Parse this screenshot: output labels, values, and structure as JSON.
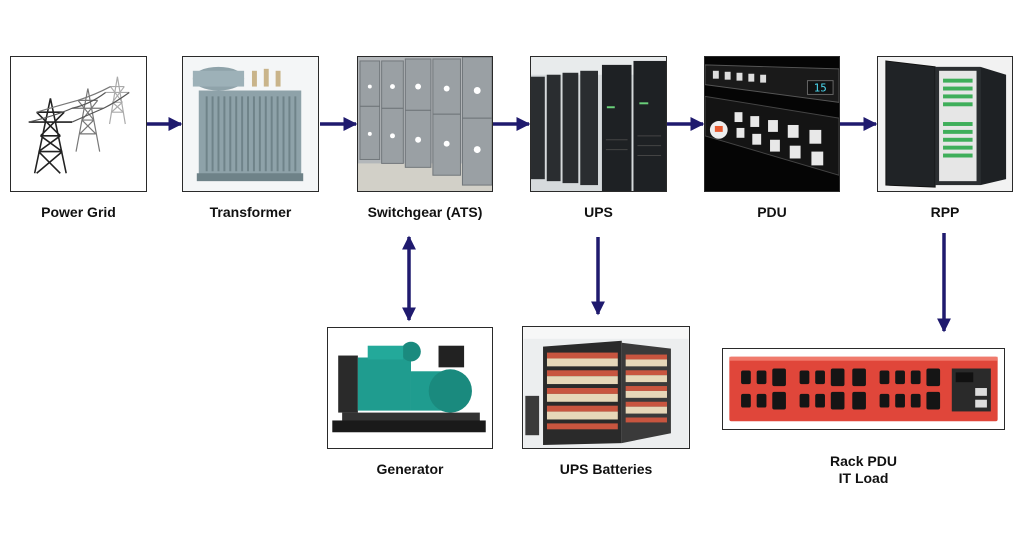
{
  "nodes": {
    "power_grid": {
      "label": "Power Grid"
    },
    "transformer": {
      "label": "Transformer"
    },
    "switchgear": {
      "label": "Switchgear (ATS)"
    },
    "ups": {
      "label": "UPS"
    },
    "pdu": {
      "label": "PDU"
    },
    "rpp": {
      "label": "RPP"
    },
    "generator": {
      "label": "Generator"
    },
    "ups_batteries": {
      "label": "UPS Batteries"
    },
    "rack_pdu": {
      "label_line1": "Rack PDU",
      "label_line2": "IT Load"
    }
  },
  "pdu_display_text": "15",
  "edges": [
    {
      "from": "power_grid",
      "to": "transformer",
      "direction": "forward"
    },
    {
      "from": "transformer",
      "to": "switchgear",
      "direction": "forward"
    },
    {
      "from": "switchgear",
      "to": "ups",
      "direction": "forward"
    },
    {
      "from": "ups",
      "to": "pdu",
      "direction": "forward"
    },
    {
      "from": "pdu",
      "to": "rpp",
      "direction": "forward"
    },
    {
      "from": "switchgear",
      "to": "generator",
      "direction": "bidirectional"
    },
    {
      "from": "ups",
      "to": "ups_batteries",
      "direction": "forward"
    },
    {
      "from": "rpp",
      "to": "rack_pdu",
      "direction": "forward"
    }
  ],
  "colors": {
    "arrow": "#1f1a6e",
    "border": "#2a2a2a",
    "rack_pdu_body": "#e0463a",
    "generator": "#1f9c8f"
  }
}
